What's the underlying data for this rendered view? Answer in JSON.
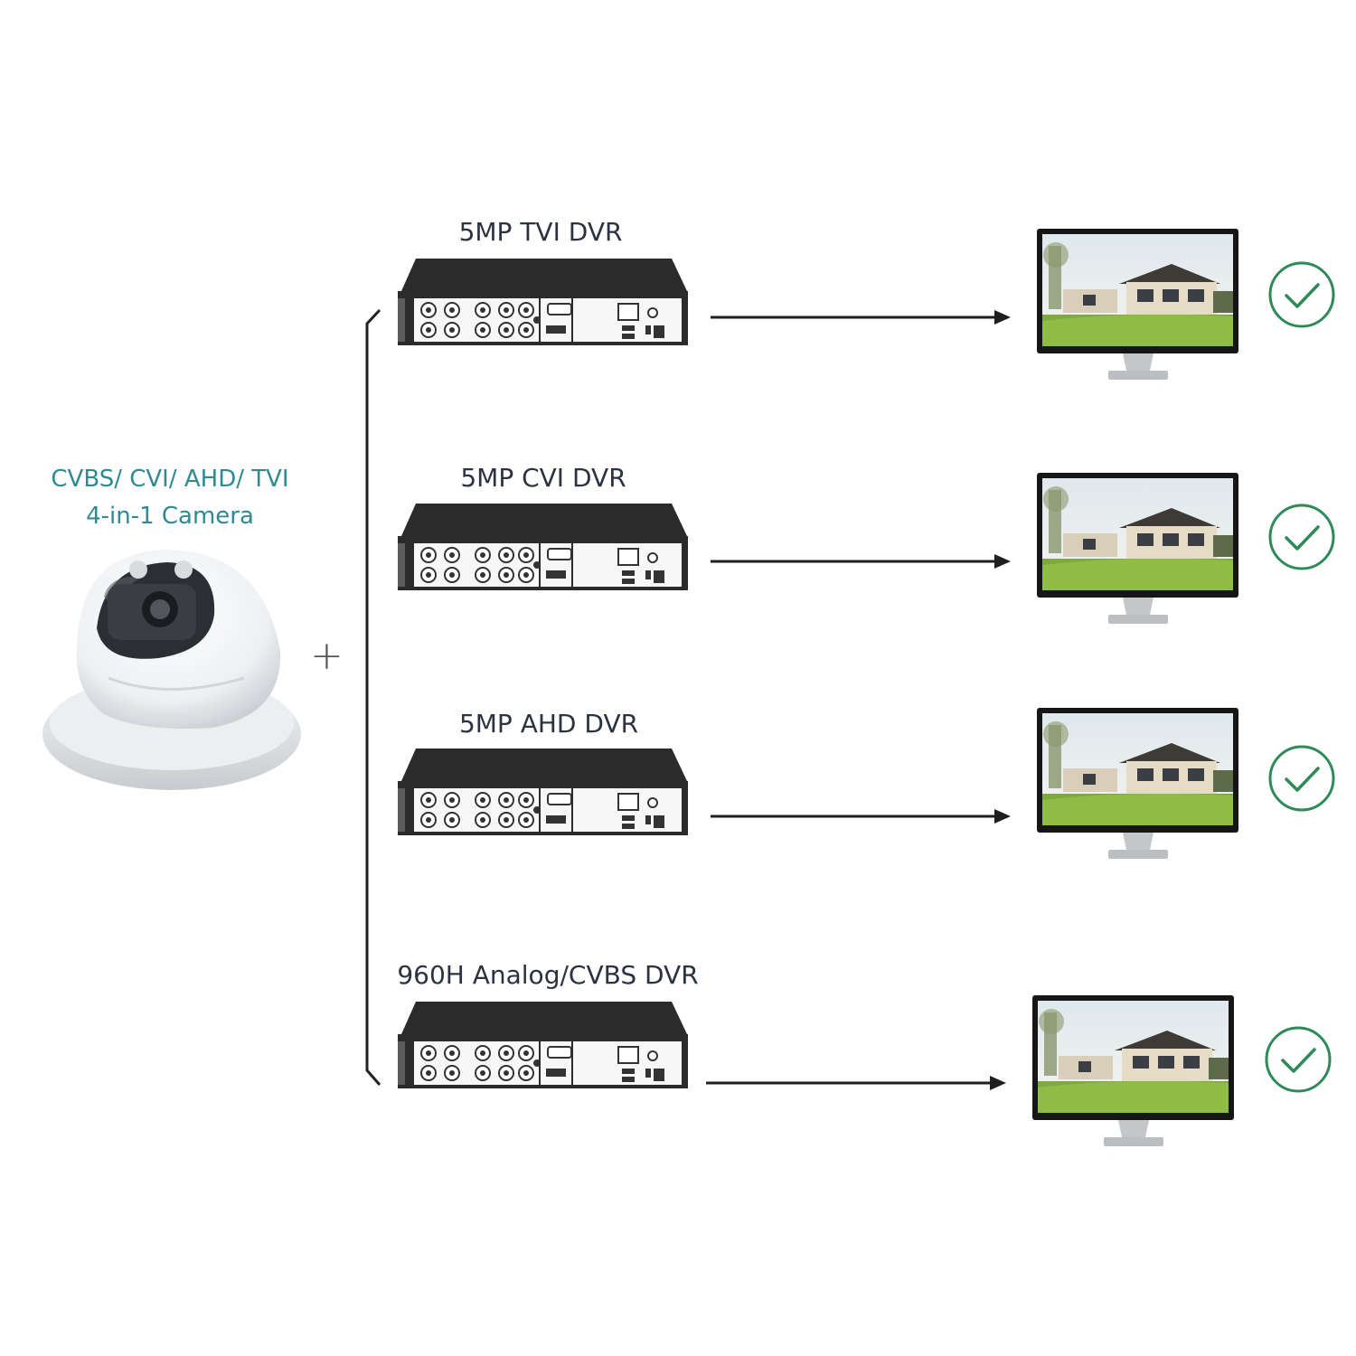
{
  "camera": {
    "title_line1": "CVBS/ CVI/ AHD/ TVI",
    "title_line2": "4-in-1 Camera",
    "icon": "dome-camera-icon"
  },
  "connector": {
    "symbol": "+"
  },
  "dvrs": [
    {
      "label": "5MP TVI DVR",
      "status": "supported",
      "icon": "dvr-recorder-icon"
    },
    {
      "label": "5MP CVI DVR",
      "status": "supported",
      "icon": "dvr-recorder-icon"
    },
    {
      "label": "5MP AHD DVR",
      "status": "supported",
      "icon": "dvr-recorder-icon"
    },
    {
      "label": "960H Analog/CVBS DVR",
      "status": "supported",
      "icon": "dvr-recorder-icon"
    }
  ],
  "icons": {
    "monitor": "monitor-icon",
    "check": "check-circle-icon",
    "arrow": "arrow-right-icon"
  },
  "colors": {
    "accent": "#2f8a93",
    "check": "#2e8b57",
    "dvr": "#2b2b2b",
    "line": "#1f1f1f"
  }
}
